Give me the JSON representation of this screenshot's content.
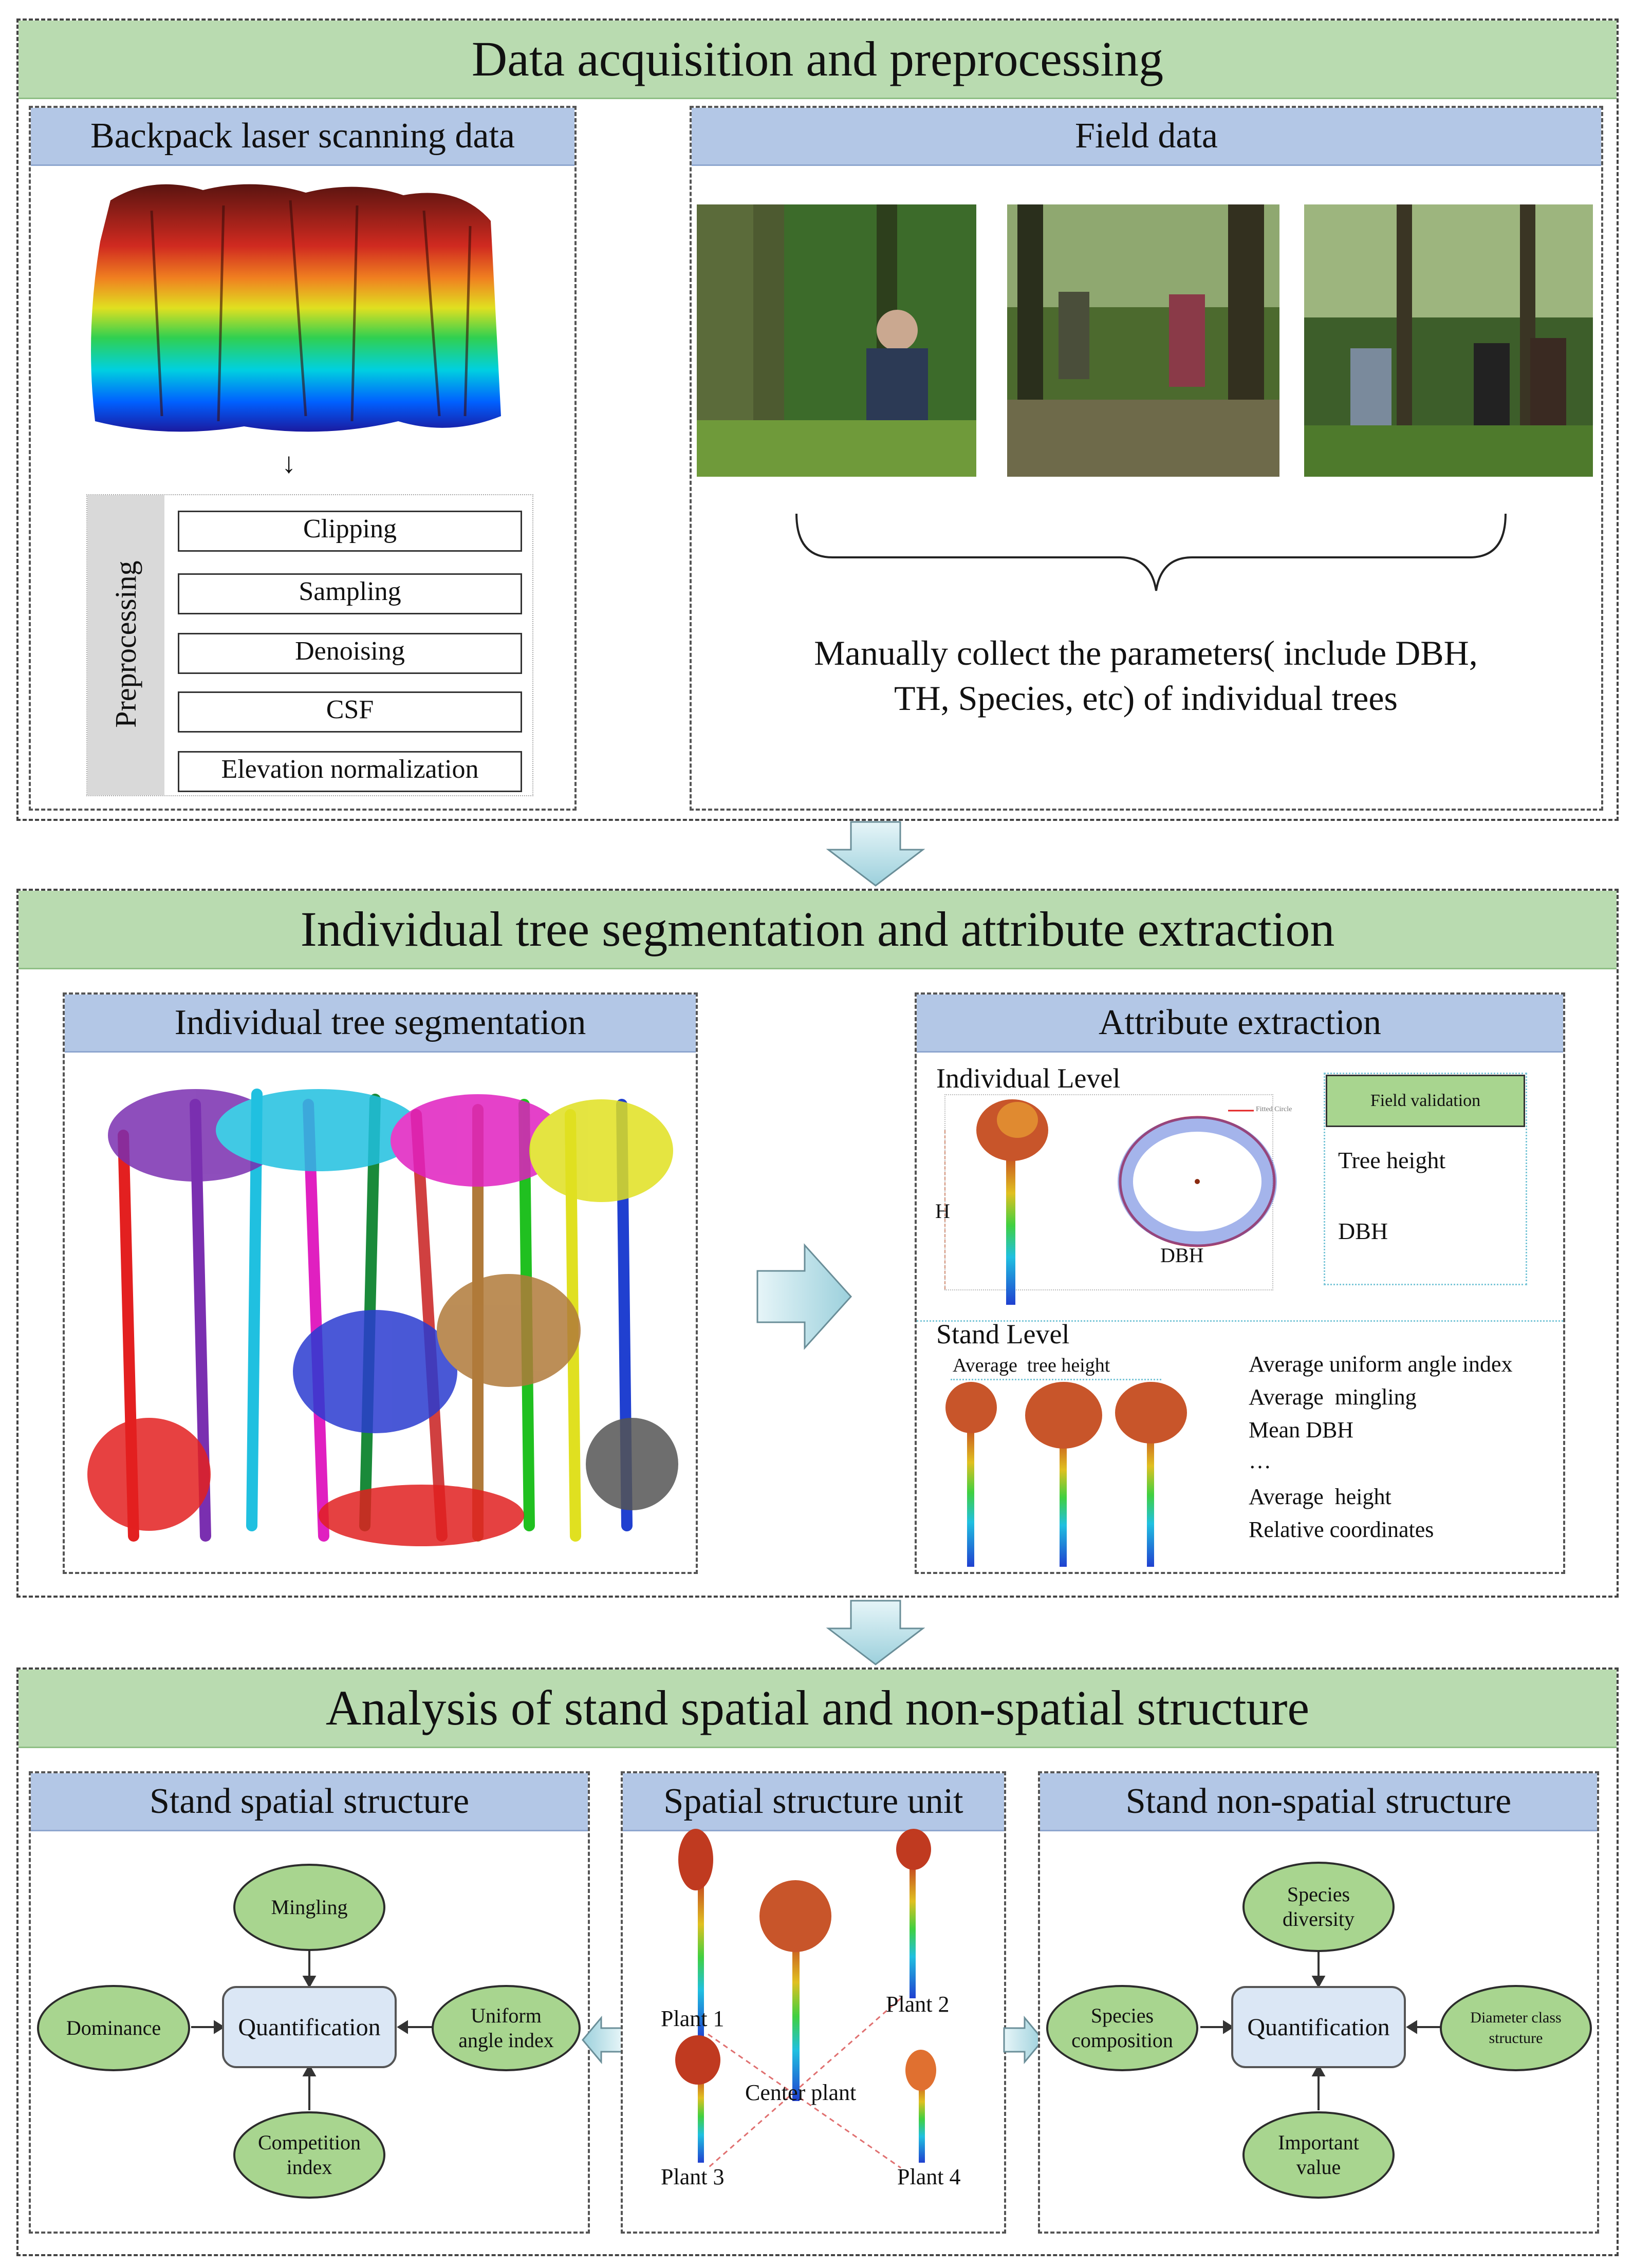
{
  "section1": {
    "title": "Data acquisition and preprocessing",
    "bls": {
      "title": "Backpack laser scanning data",
      "preprocessing_label": "Preprocessing",
      "steps": [
        "Clipping",
        "Sampling",
        "Denoising",
        "CSF",
        "Elevation normalization"
      ]
    },
    "field": {
      "title": "Field data",
      "caption_line1": "Manually collect the parameters( include DBH,",
      "caption_line2": "TH, Species, etc) of individual trees"
    }
  },
  "section2": {
    "title": "Individual tree segmentation and attribute extraction",
    "segmentation": {
      "title": "Individual tree segmentation"
    },
    "attributes": {
      "title": "Attribute extraction",
      "individual_level": "Individual Level",
      "h_label": "H",
      "dbh_label": "DBH",
      "fitted_circle": "Fitted Circle",
      "field_validation": "Field validation",
      "tree_height": "Tree height",
      "dbh": "DBH",
      "stand_level": "Stand Level",
      "average_tree_height": "Average  tree height",
      "stand_items": [
        "Average uniform angle index",
        "Average  mingling",
        "Mean DBH",
        "…",
        "Average  height",
        "Relative coordinates"
      ]
    }
  },
  "section3": {
    "title": "Analysis of stand spatial and non-spatial structure",
    "spatial": {
      "title": "Stand spatial structure",
      "center": "Quantification",
      "top": "Mingling",
      "left": "Dominance",
      "right": "Uniform angle index",
      "bottom": "Competition index"
    },
    "unit": {
      "title": "Spatial structure unit",
      "plant1": "Plant 1",
      "plant2": "Plant 2",
      "plant3": "Plant 3",
      "plant4": "Plant 4",
      "center": "Center plant"
    },
    "nonspatial": {
      "title": "Stand non-spatial structure",
      "center": "Quantification",
      "top": "Species diversity",
      "left": "Species composition",
      "right": "Diameter class structure",
      "bottom": "Important value"
    }
  }
}
